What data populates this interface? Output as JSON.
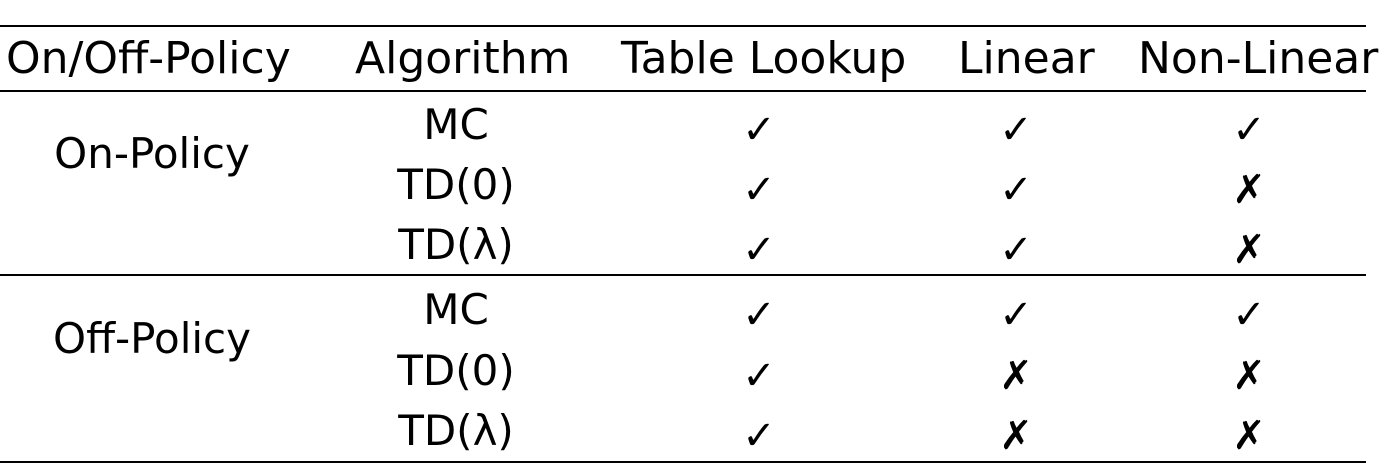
{
  "table": {
    "headers": [
      "On/Off-Policy",
      "Algorithm",
      "Table Lookup",
      "Linear",
      "Non-Linear"
    ],
    "groups": [
      {
        "label": "On-Policy",
        "rows": [
          {
            "algorithm": "MC",
            "table_lookup": "✓",
            "linear": "✓",
            "non_linear": "✓"
          },
          {
            "algorithm": "TD(0)",
            "table_lookup": "✓",
            "linear": "✓",
            "non_linear": "✗"
          },
          {
            "algorithm": "TD(λ)",
            "table_lookup": "✓",
            "linear": "✓",
            "non_linear": "✗"
          }
        ]
      },
      {
        "label": "Off-Policy",
        "rows": [
          {
            "algorithm": "MC",
            "table_lookup": "✓",
            "linear": "✓",
            "non_linear": "✓"
          },
          {
            "algorithm": "TD(0)",
            "table_lookup": "✓",
            "linear": "✗",
            "non_linear": "✗"
          },
          {
            "algorithm": "TD(λ)",
            "table_lookup": "✓",
            "linear": "✗",
            "non_linear": "✗"
          }
        ]
      }
    ]
  }
}
